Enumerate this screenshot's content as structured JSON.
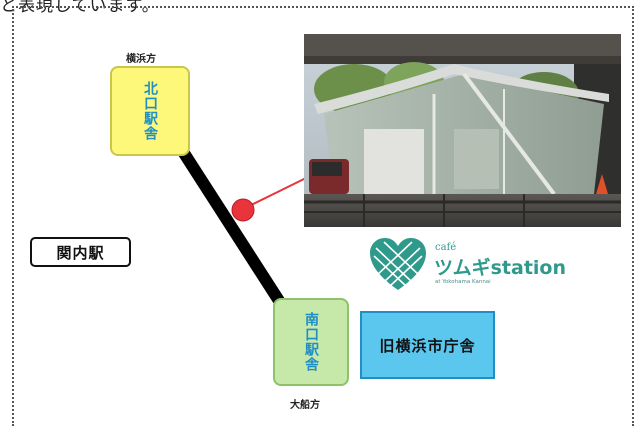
{
  "top_text": "と表現しています。",
  "labels": {
    "yokohama_direction": "横浜方",
    "ofuna_direction": "大船方"
  },
  "stations": {
    "north_exit": "北口駅舎",
    "south_exit": "南口駅舎",
    "kannai": "関内駅"
  },
  "landmarks": {
    "old_city_hall": "旧横浜市庁舎"
  },
  "cafe_logo": {
    "prefix": "café",
    "name": "ツムギstation",
    "tagline": "at Yokohama Kannai"
  },
  "colors": {
    "north_box": "#fdf87a",
    "south_box": "#c6e9a9",
    "city_hall_box": "#5bc7ef",
    "station_text": "#1f8fc6",
    "marker": "#e8343a",
    "track": "#000000",
    "logo": "#2f9a8c"
  }
}
